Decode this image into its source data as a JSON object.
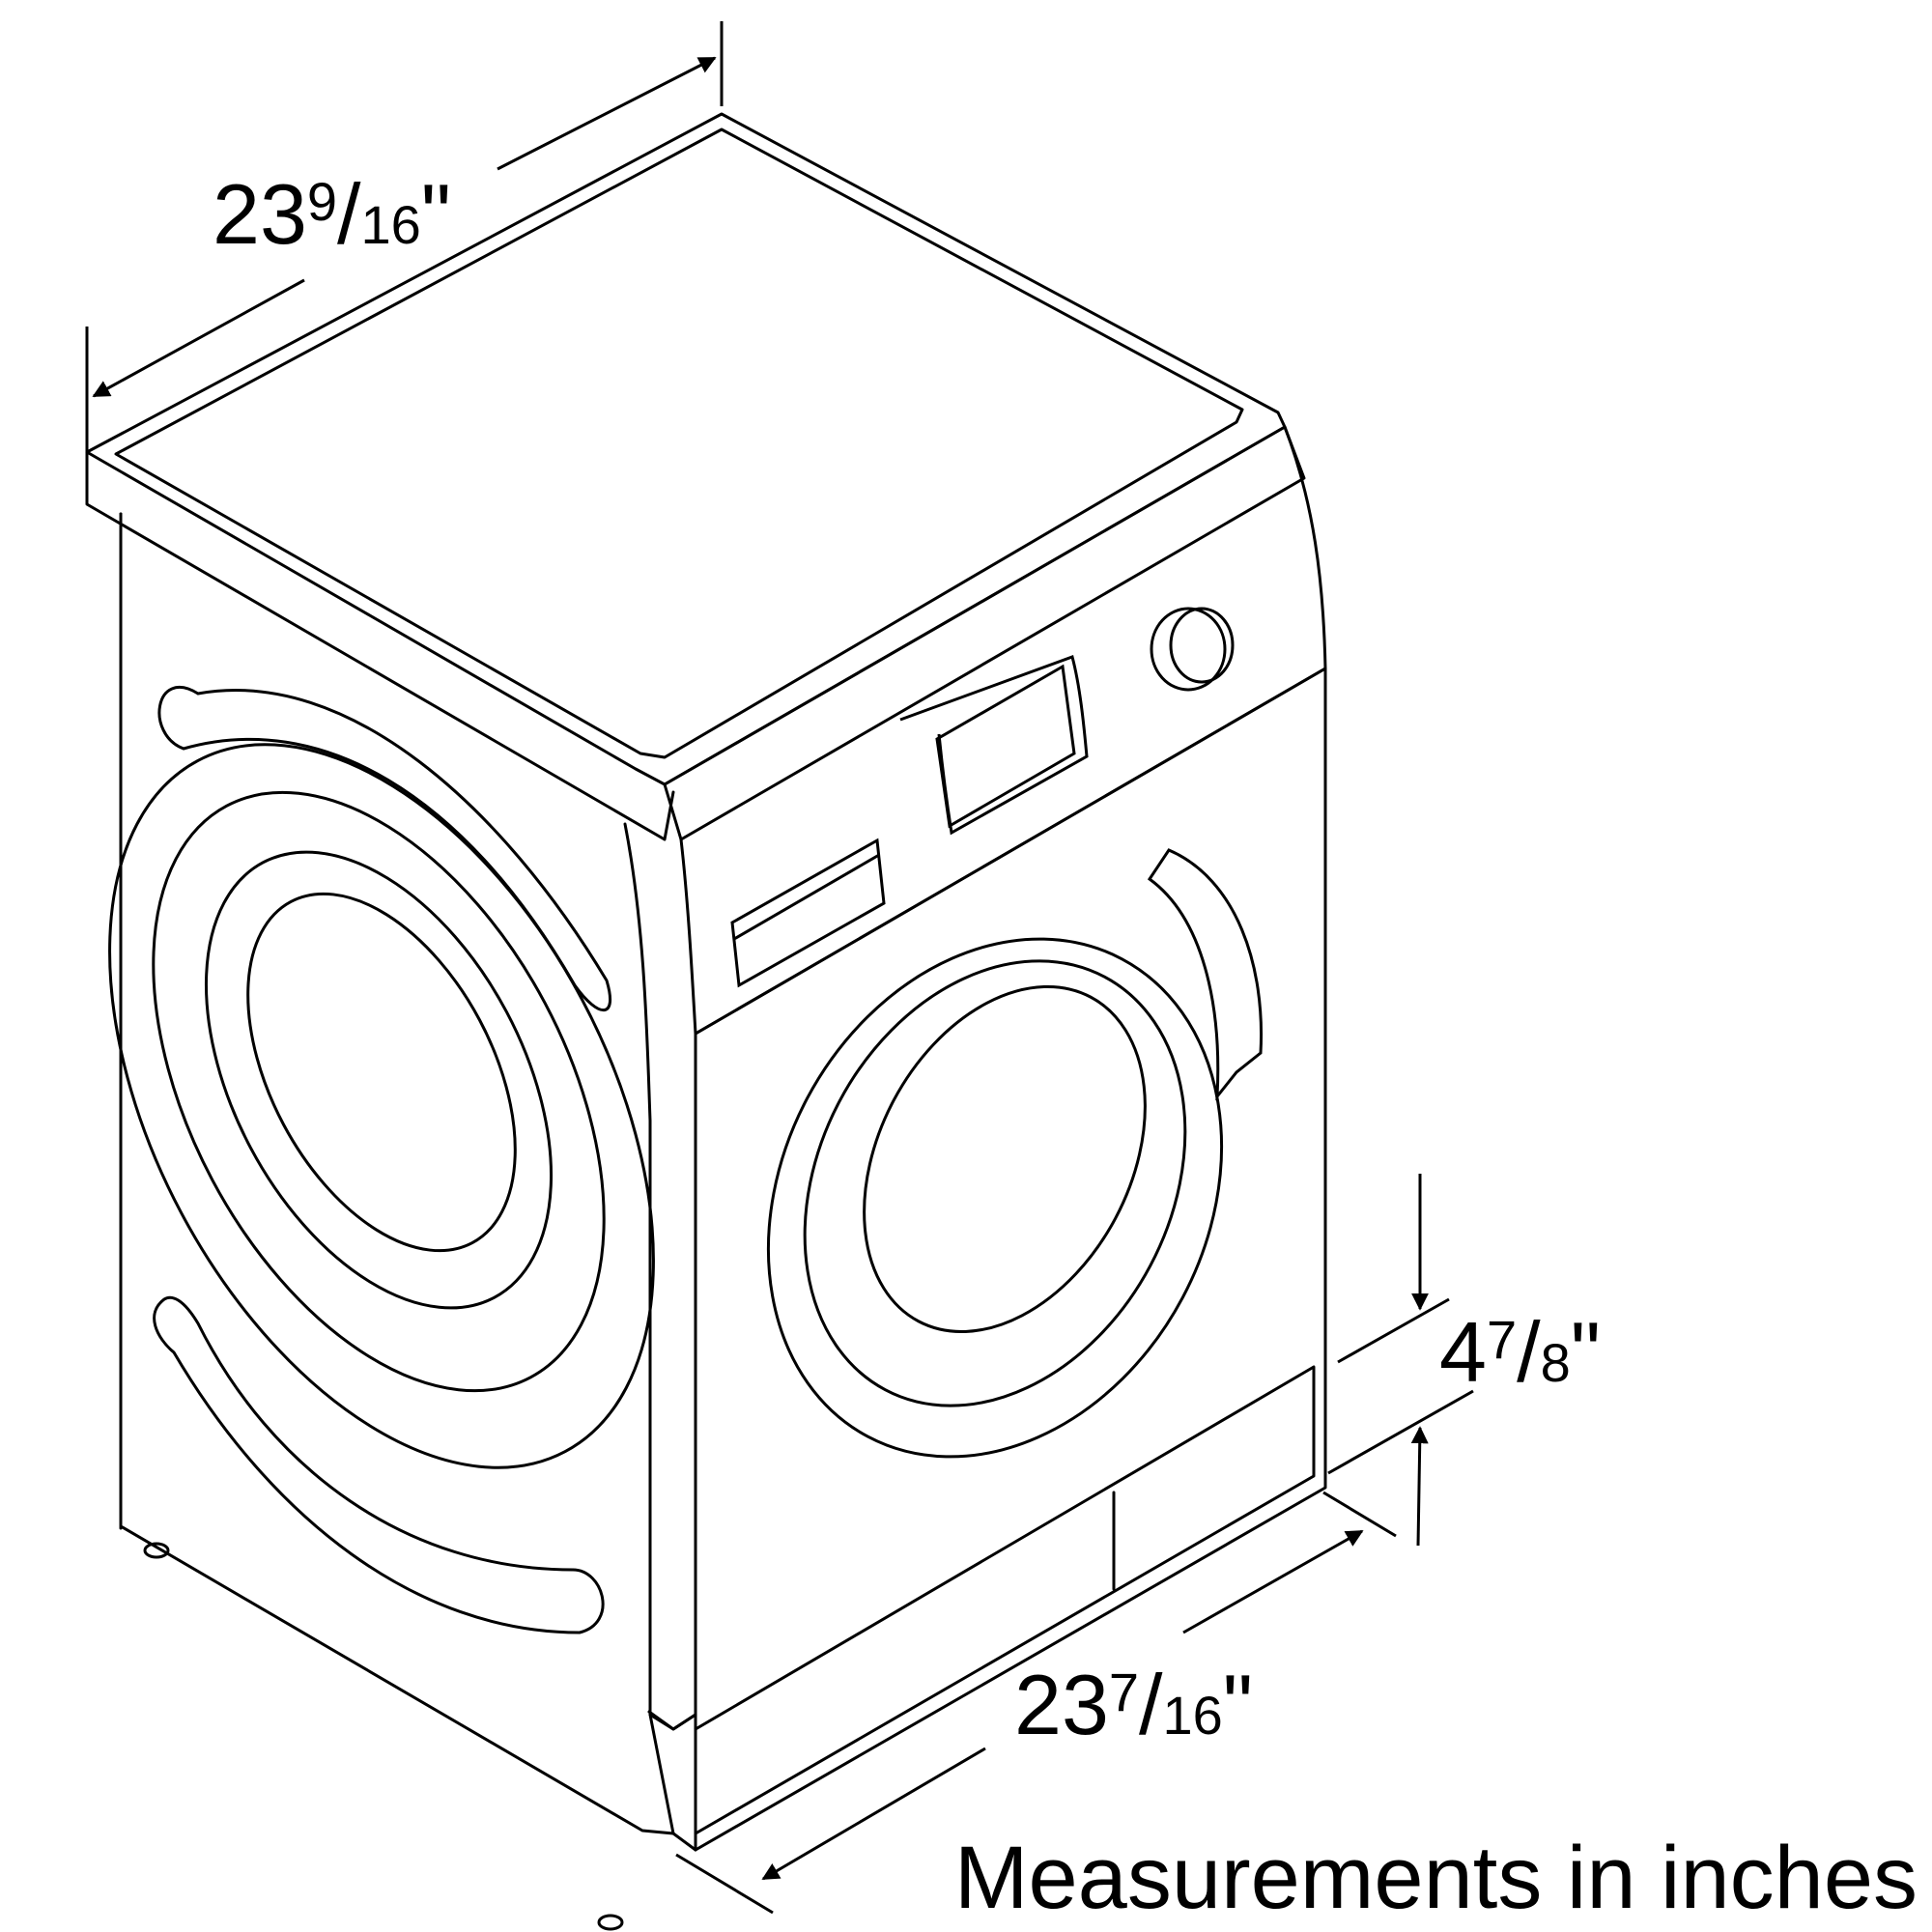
{
  "diagram": {
    "subject": "washing-machine-dimensions",
    "dimensions": {
      "width": {
        "whole": "23",
        "numerator": "9",
        "denominator": "16",
        "unit": "\""
      },
      "depth": {
        "whole": "23",
        "numerator": "7",
        "denominator": "16",
        "unit": "\""
      },
      "toe_kick": {
        "whole": "4",
        "numerator": "7",
        "denominator": "8",
        "unit": "\""
      }
    },
    "caption": "Measurements in inches",
    "line_color": "#000000",
    "background_color": "#ffffff"
  }
}
